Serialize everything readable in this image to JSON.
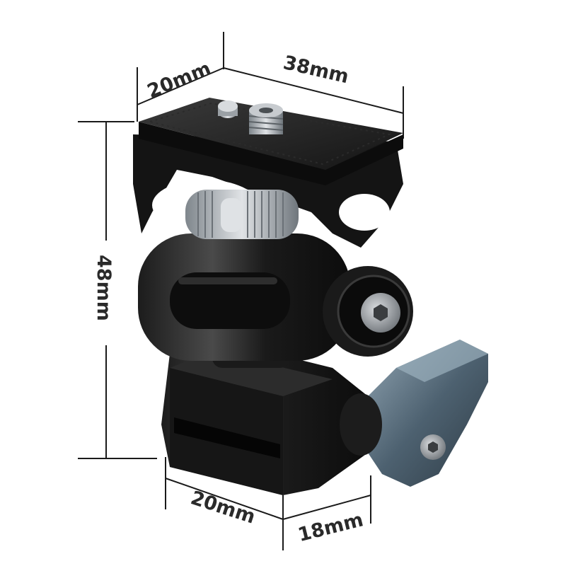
{
  "dimensions": {
    "top_depth": "20mm",
    "top_width": "38mm",
    "height": "48mm",
    "base_width": "20mm",
    "knob_depth": "18mm"
  },
  "colors": {
    "line": "#1a1a1a",
    "body_dark": "#111111",
    "body_highlight": "#4a4a4a",
    "knob": "#4d6170",
    "knob_highlight": "#8fa3b1",
    "silver": "#b8bcc0"
  }
}
